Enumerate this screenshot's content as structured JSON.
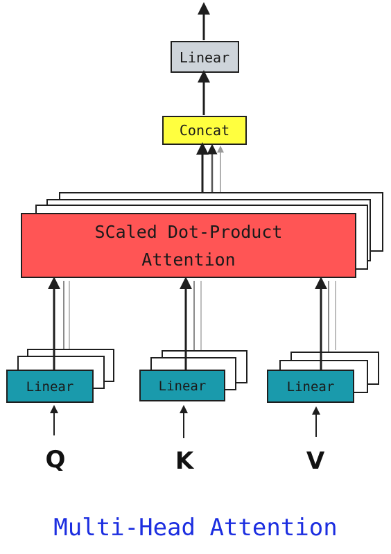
{
  "diagram": {
    "output_linear": "Linear",
    "concat": "Concat",
    "attention_line1": "SCaled Dot-Product",
    "attention_line2": "Attention",
    "input_linear_q": "Linear",
    "input_linear_k": "Linear",
    "input_linear_v": "Linear",
    "input_q": "Q",
    "input_k": "K",
    "input_v": "V",
    "caption": "Multi-Head Attention"
  },
  "colors": {
    "output_linear_fill": "#ced4da",
    "concat_fill": "#ffff3f",
    "attention_fill": "#ff5555",
    "input_linear_fill": "#1a9aac",
    "caption_color": "#1c2ee0",
    "stroke": "#1e1e1e",
    "ghost_arrow": "#a9a9a9"
  }
}
